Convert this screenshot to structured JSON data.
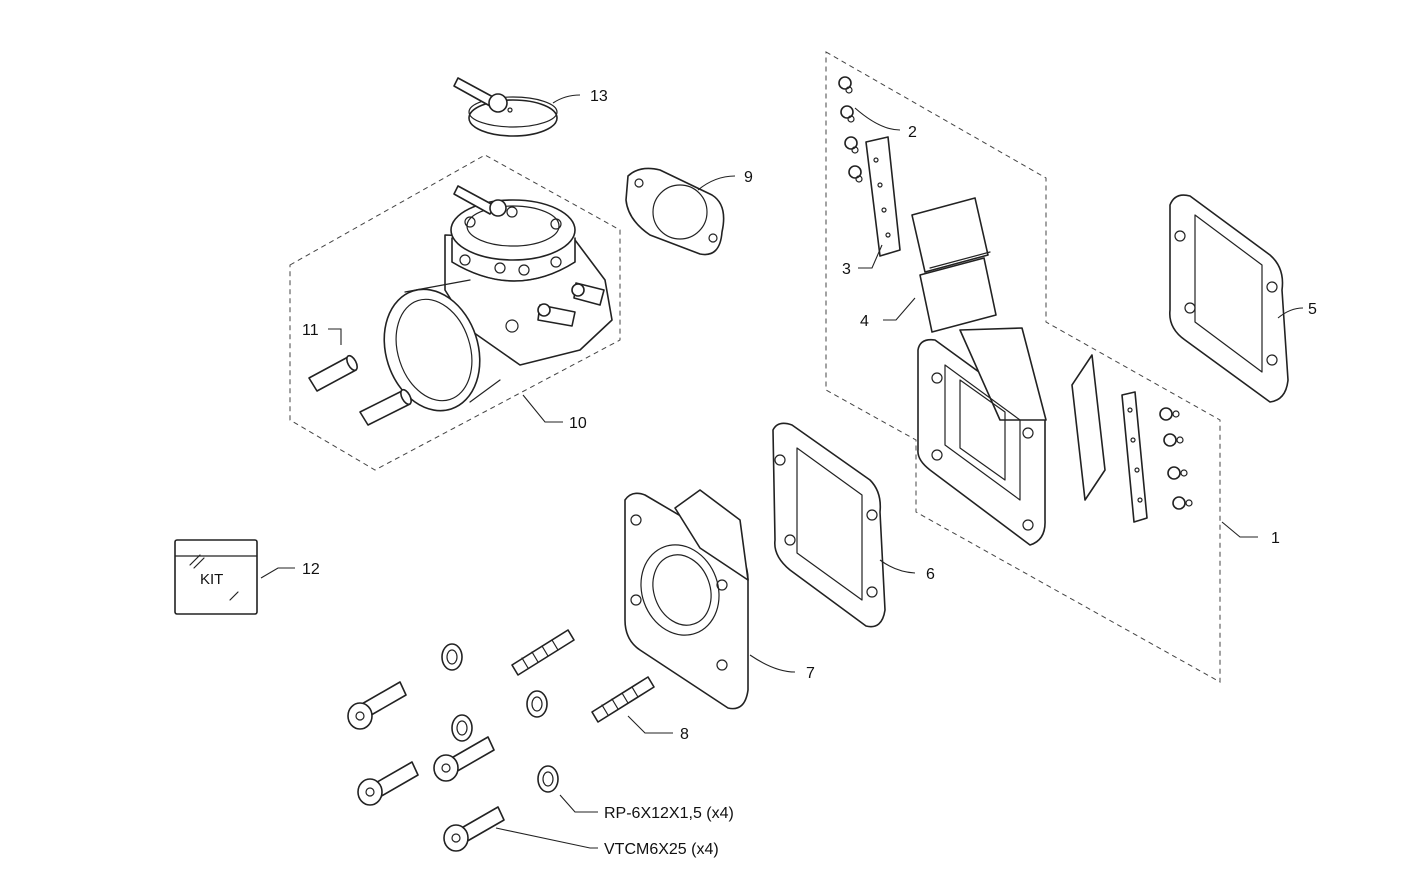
{
  "callouts": {
    "c1": "1",
    "c2": "2",
    "c3": "3",
    "c4": "4",
    "c5": "5",
    "c6": "6",
    "c7": "7",
    "c8": "8",
    "c9": "9",
    "c10": "10",
    "c11": "11",
    "c12": "12",
    "c13": "13",
    "washer_code": "RP-6X12X1,5 (x4)",
    "screw_code": "VTCM6X25 (x4)"
  },
  "kit_label": "KIT"
}
